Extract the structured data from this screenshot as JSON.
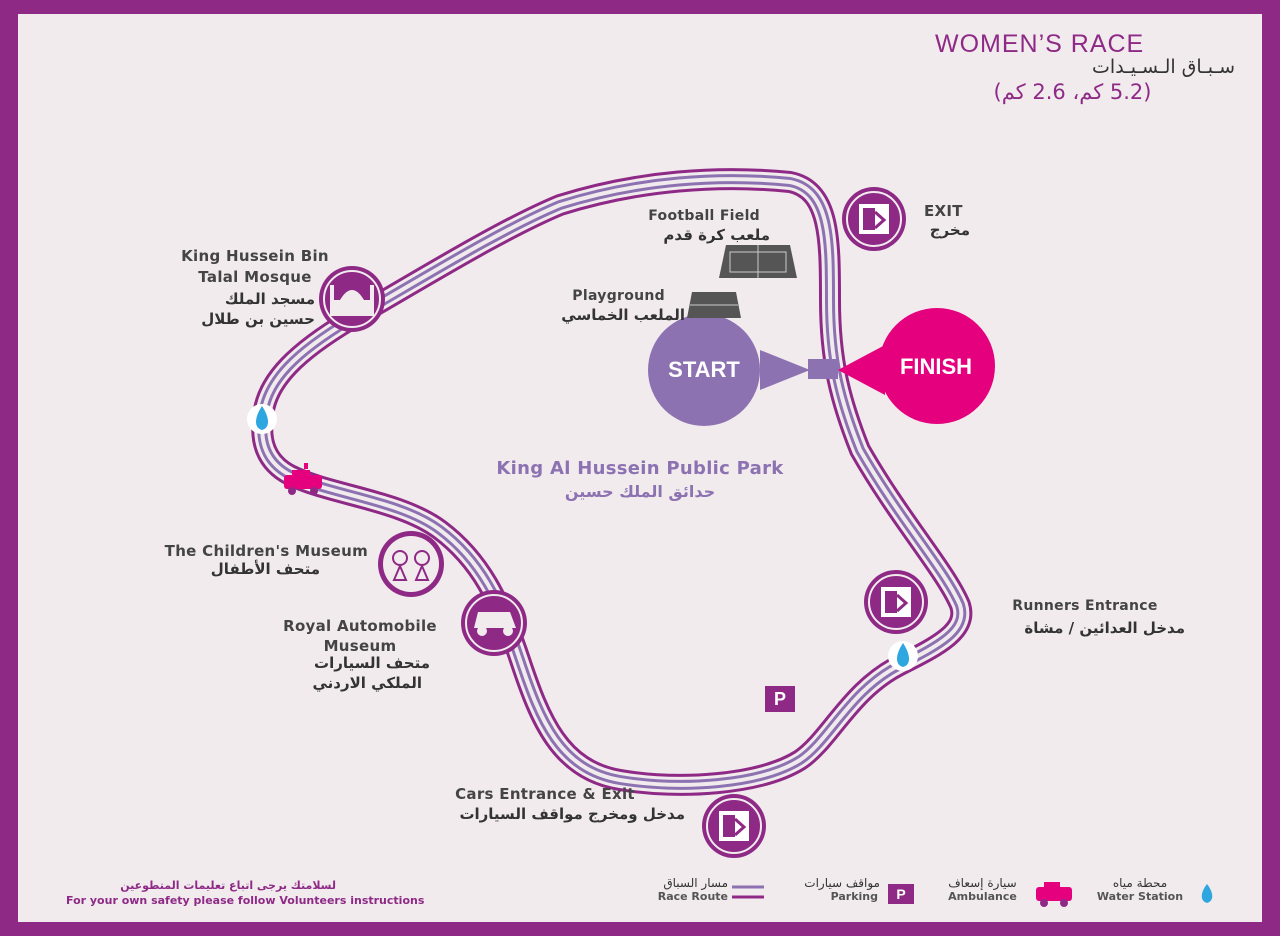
{
  "title": {
    "en": "WOMEN’S RACE",
    "ar": "سـبـاق الـسـيـدات",
    "distance": "(5.2 كم، 2.6 كم)"
  },
  "park": {
    "en": "King Al Hussein Public Park",
    "ar": "حدائق الملك حسين"
  },
  "start_label": "START",
  "finish_label": "FINISH",
  "landmarks": {
    "football": {
      "en": "Football Field",
      "ar": "ملعب كرة قدم"
    },
    "playground": {
      "en": "Playground",
      "ar": "الملعب الخماسي"
    },
    "exit": {
      "en": "EXIT",
      "ar": "مخرج"
    },
    "mosque": {
      "en1": "King Hussein Bin",
      "en2": "Talal Mosque",
      "ar1": "مسجد الملك",
      "ar2": "حسين بن طلال"
    },
    "children": {
      "en": "The Children's Museum",
      "ar": "متحف الأطفال"
    },
    "auto": {
      "en1": "Royal Automobile",
      "en2": "Museum",
      "ar1": "متحف السيارات",
      "ar2": "الملكي الاردني"
    },
    "runners": {
      "en": "Runners Entrance",
      "ar": "مدخل العدائين / مشاة"
    },
    "cars": {
      "en": "Cars Entrance & Exit",
      "ar": "مدخل ومخرج مواقف السيارات"
    }
  },
  "parking_symbol": "P",
  "legend": {
    "water": {
      "en": "Water Station",
      "ar": "محطة مياه"
    },
    "ambulance": {
      "en": "Ambulance",
      "ar": "سيارة إسعاف"
    },
    "parking": {
      "en": "Parking",
      "ar": "مواقف سيارات"
    },
    "route": {
      "en": "Race Route",
      "ar": "مسار السباق"
    }
  },
  "footer": {
    "ar": "لسلامتك يرجى اتباع تعليمات المتطوعين",
    "en": "For your own safety please follow Volunteers instructions"
  },
  "colors": {
    "frame": "#8e2a86",
    "background": "#f1ebee",
    "route_outer": "#8e2a86",
    "route_inner": "#8d72b2",
    "start": "#8d72b2",
    "finish": "#e5007e",
    "water": "#2ea7e0",
    "ambulance": "#e5007e"
  },
  "icons": [
    "exit-door-icon",
    "mosque-icon",
    "water-drop-icon",
    "ambulance-icon",
    "children-icon",
    "car-icon",
    "field-icon"
  ]
}
